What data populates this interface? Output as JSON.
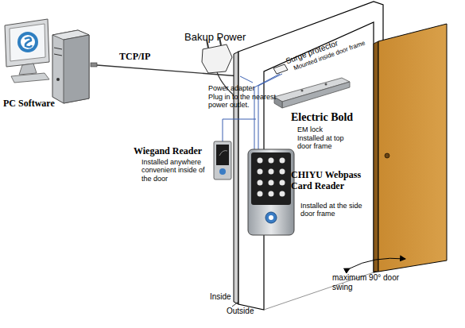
{
  "diagram": {
    "labels": [
      "Bakup Power",
      "TCP/IP",
      "PC Software",
      "Surge protector",
      "Mounted inside door frame",
      "Power adapter",
      "Plug in to the nearest power outlet.",
      "Electric Bold",
      "EM lock",
      "Installed at top door frame",
      "Wiegand Reader",
      "Installed anywhere convenient inside of the door",
      "CHIYU Webpass Card Reader",
      "Installed at the side door frame",
      "maximum 90° door swing",
      "Inside",
      "Outside"
    ]
  }
}
